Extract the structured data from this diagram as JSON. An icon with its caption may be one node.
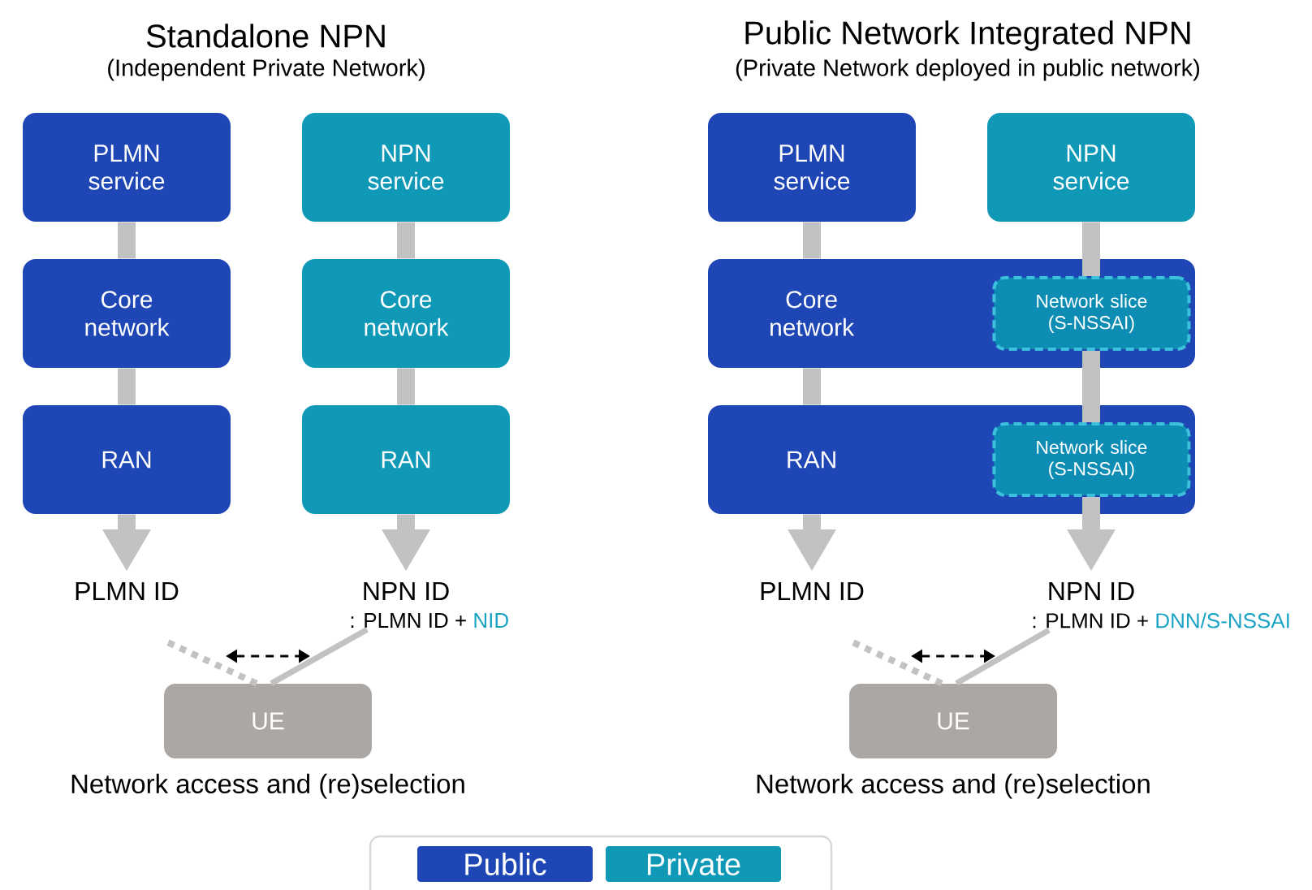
{
  "diagram": {
    "nodes": [
      {
        "text": [
          "PLMN service"
        ]
      },
      {
        "text": [
          "NPN service"
        ]
      },
      {
        "text": [
          "Core network"
        ]
      },
      {
        "text": [
          "Core network"
        ]
      },
      {
        "text": [
          "RAN"
        ]
      },
      {
        "text": [
          "RAN"
        ]
      },
      {
        "text": [
          "UE"
        ],
        "beside": [
          "Network access and (re)selection"
        ]
      },
      {
        "text": [
          "PLMN service"
        ]
      },
      {
        "text": [
          "NPN service"
        ]
      },
      {
        "text": [
          "Core network"
        ]
      },
      {
        "text": [
          "Network slice (S-NSSAI)"
        ],
        "in": 9
      },
      {
        "text": [
          "RAN"
        ]
      },
      {
        "text": [
          "Network slice (S-NSSAI)"
        ],
        "in": 11
      },
      {
        "text": [
          "UE"
        ],
        "beside": [
          "Network access and (re)selection"
        ]
      },
      {
        "text": [
          ": PLMN ID +",
          "NID"
        ]
      },
      {
        "text": [
          ": PLMN ID +",
          "DNN/S-NSSAI"
        ]
      }
    ],
    "edges": [
      {
        "from": 0,
        "to": 2,
        "arrow": "none"
      },
      {
        "from": 2,
        "to": 4,
        "arrow": "none"
      },
      {
        "from": 4,
        "to": null,
        "arrow": "to"
      },
      {
        "from": 1,
        "to": 3,
        "arrow": "none"
      },
      {
        "from": 3,
        "to": 5,
        "arrow": "none"
      },
      {
        "from": 5,
        "to": null,
        "arrow": "to"
      },
      {
        "from": 6,
        "to": null,
        "arrow": "none",
        "style": "dashed"
      },
      {
        "from": 6,
        "to": 14,
        "arrow": "none"
      },
      {
        "from": 7,
        "to": 9,
        "arrow": "none"
      },
      {
        "from": 9,
        "to": 11,
        "arrow": "none"
      },
      {
        "from": 11,
        "to": null,
        "arrow": "to"
      },
      {
        "from": 8,
        "to": 10,
        "arrow": "none"
      },
      {
        "from": 10,
        "to": 12,
        "arrow": "none"
      },
      {
        "from": 12,
        "to": null,
        "arrow": "to"
      },
      {
        "from": 13,
        "to": null,
        "arrow": "none",
        "style": "dashed"
      },
      {
        "from": 13,
        "to": 15,
        "arrow": "none"
      }
    ],
    "labels": [
      "Standalone NPN",
      "(Independent Private Network)",
      "Public Network Integrated NPN",
      "(Private Network deployed in public network)",
      "PLMN ID",
      "NPN ID",
      "PLMN ID",
      "NPN ID"
    ],
    "legend": [
      {
        "text": "Public",
        "color": "#1f46b5"
      },
      {
        "text": "Private",
        "color": "#0f99b7"
      }
    ]
  }
}
